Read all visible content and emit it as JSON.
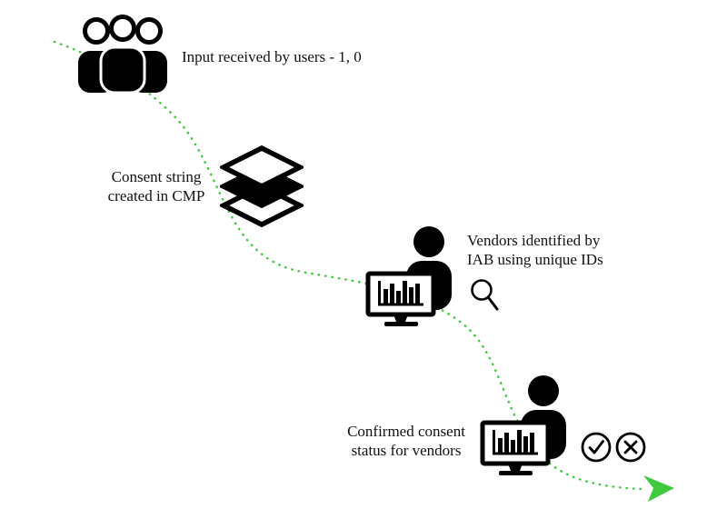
{
  "colors": {
    "path": "#3ec93e",
    "icon": "#000000"
  },
  "steps": [
    {
      "label": "Input received by users - 1, 0",
      "icon": "users-group-icon"
    },
    {
      "label": "Consent string created in CMP",
      "icon": "layers-icon"
    },
    {
      "label": "Vendors identified by IAB using unique IDs",
      "icon": "analyst-computer-icon",
      "badge": "magnifier-icon"
    },
    {
      "label": "Confirmed consent status for vendors",
      "icon": "analyst-computer-icon",
      "badges": [
        "check-circle-icon",
        "cross-circle-icon"
      ]
    }
  ]
}
